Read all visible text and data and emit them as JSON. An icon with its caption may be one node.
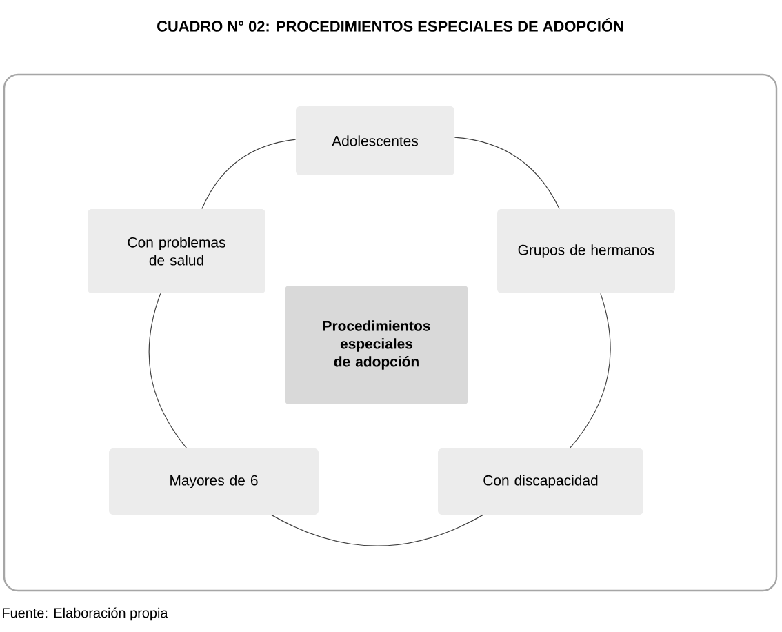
{
  "diagram": {
    "title": "CUADRO N° 02: PROCEDIMIENTOS ESPECIALES DE ADOPCIÓN",
    "caption": "Fuente: Elaboración propia",
    "nodes": [
      {
        "text": [
          "Adolescentes"
        ]
      },
      {
        "text": [
          "Con problemas de salud"
        ]
      },
      {
        "text": [
          "Grupos de hermanos"
        ]
      },
      {
        "text": [
          "Procedimientos especiales de adopción"
        ]
      },
      {
        "text": [
          "Mayores de 6"
        ]
      },
      {
        "text": [
          "Con discapacidad"
        ]
      }
    ],
    "edges": [
      {
        "from": 0,
        "to": 2,
        "arrow": "none"
      },
      {
        "from": 2,
        "to": 5,
        "arrow": "none"
      },
      {
        "from": 5,
        "to": 4,
        "arrow": "none"
      },
      {
        "from": 4,
        "to": 1,
        "arrow": "none"
      },
      {
        "from": 1,
        "to": 0,
        "arrow": "none"
      }
    ]
  }
}
